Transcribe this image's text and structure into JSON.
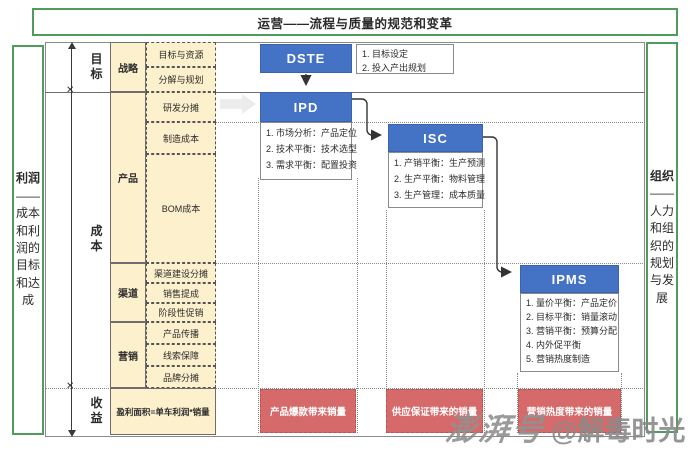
{
  "banner": {
    "title": "运营——流程与质量的规范和变革"
  },
  "rails": {
    "left": {
      "title": "利润",
      "subtitle": "——成本和利润的目标和达成"
    },
    "right": {
      "title": "组织",
      "subtitle": "——人力和组织的规划与发展"
    }
  },
  "axis": {
    "sections": [
      {
        "label": "目标"
      },
      {
        "label": "成本"
      },
      {
        "label": "收益"
      }
    ]
  },
  "columns": {
    "categories": [
      {
        "label": "战略",
        "items": [
          "目标与资源",
          "分解与规划"
        ]
      },
      {
        "label": "产品",
        "items": [
          "研发分摊",
          "制造成本",
          "BOM成本"
        ]
      },
      {
        "label": "渠道",
        "items": [
          "渠道建设分摊",
          "销售提成",
          "阶段性促销"
        ]
      },
      {
        "label": "营销",
        "items": [
          "产品传播",
          "线索保障",
          "品牌分摊"
        ]
      }
    ]
  },
  "formula": {
    "text": "盈利面积=单车利润*销量"
  },
  "processes": [
    {
      "name": "DSTE",
      "items": [
        "1. 目标设定",
        "2. 投入产出规划"
      ]
    },
    {
      "name": "IPD",
      "items": [
        "1. 市场分析：产品定位",
        "2. 技术平衡：技术选型",
        "3. 需求平衡：配置投资"
      ]
    },
    {
      "name": "ISC",
      "items": [
        "1. 产销平衡：生产预测",
        "2. 生产平衡：物料管理",
        "3. 生产管理：成本质量"
      ]
    },
    {
      "name": "IPMS",
      "items": [
        "1. 量价平衡：产品定价",
        "2. 目标平衡：销量滚动",
        "3. 营销平衡：预算分配",
        "4. 内外促平衡",
        "5. 营销热度制造"
      ]
    }
  ],
  "outcomes": [
    "产品爆款带来销量",
    "供应保证带来的销量",
    "营销热度带来的销量"
  ],
  "watermark": {
    "brand": "澎湃号",
    "handle": "@解毒时光"
  },
  "colors": {
    "accent_blue": "#4472c4",
    "accent_red": "#d66a6a",
    "accent_yellow": "#fdf0cd",
    "accent_green": "#4f9d5d"
  }
}
